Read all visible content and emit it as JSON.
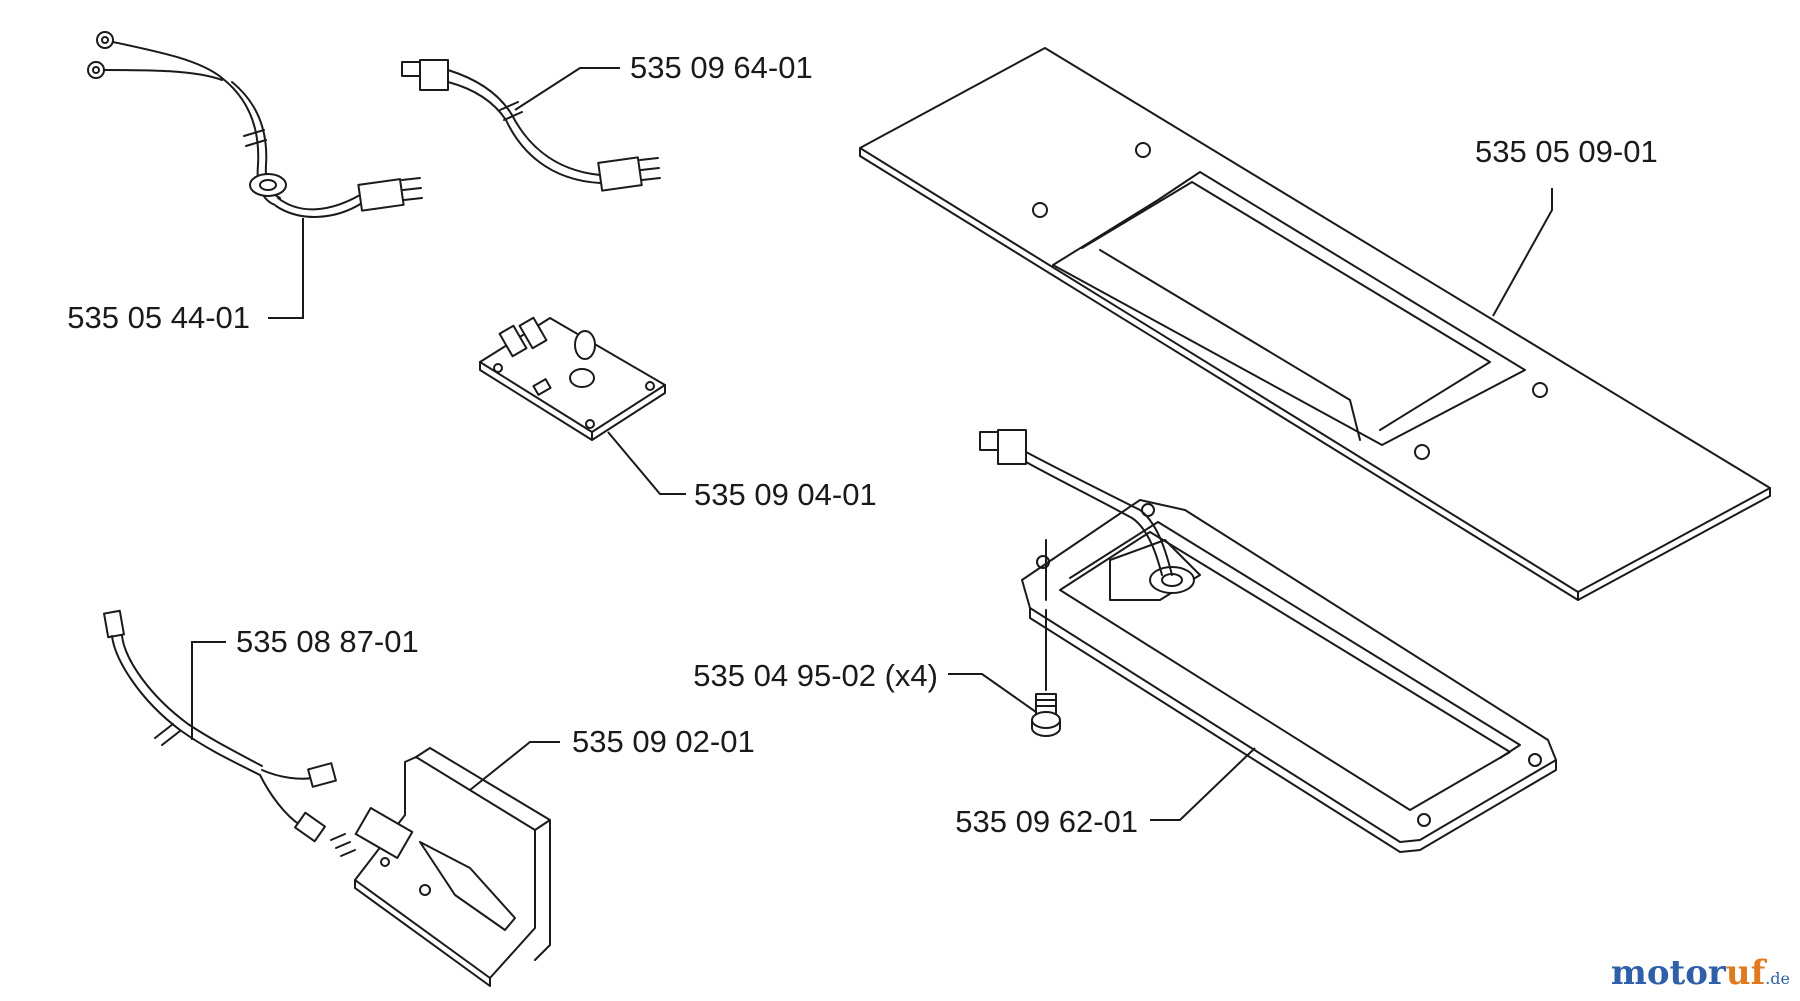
{
  "labels": {
    "p1": "535 05 44-01",
    "p2": "535 09 64-01",
    "p3": "535 05 09-01",
    "p4": "535 09 04-01",
    "p5": "535 08 87-01",
    "p6": "535 09 02-01",
    "p7": "535 04 95-02 (x4)",
    "p8": "535 09 62-01"
  },
  "watermark": {
    "part1": "motor",
    "part2": "uf",
    "tld": ".de"
  }
}
